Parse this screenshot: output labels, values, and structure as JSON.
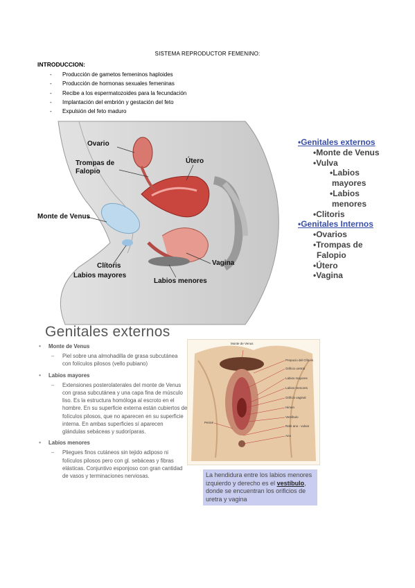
{
  "title": "SISTEMA REPRODUCTOR FEMENINO:",
  "intro": {
    "heading": "INTRODUCCION:",
    "items": [
      "Producción de gametos femeninos haploides",
      "Producción de hormonas sexuales femeninas",
      "Recibe a los espermatozoides para la fecundación",
      "Implantación del embrión y gestación del feto",
      "Expulsión del feto maduro"
    ],
    "bullet": "-"
  },
  "diagram1": {
    "labels": {
      "ovario": "Ovario",
      "trompas1": "Trompas de",
      "trompas2": "Falopio",
      "utero": "Útero",
      "monte": "Monte de Venus",
      "clitoris": "Clítoris",
      "labios_mayores": "Labios mayores",
      "labios_menores": "Labios menores",
      "vagina": "Vagina"
    }
  },
  "outline": {
    "items": [
      "•Genitales externos",
      "•Monte de Venus",
      "•Vulva",
      "•Labios",
      "mayores",
      "•Labios",
      "menores",
      "•Clitoris",
      "•Genitales Internos",
      "•Ovarios",
      "•Trompas de",
      "Falopio",
      "•Útero",
      "•Vagina"
    ]
  },
  "section": {
    "title": "Genitales externos",
    "bullet": "•",
    "dash": "–",
    "blocks": [
      {
        "head": "Monte de Venus",
        "text": "Piel sobre una almohadilla de grasa subcutánea con folículos pilosos (vello pubiano)"
      },
      {
        "head": "Labios mayores",
        "text": "Extensiones posterolaterales del monte de Venus con grasa subcutánea y una capa fina de músculo liso. Es la estructura homóloga al escroto en el hombre. En su superficie externa están cubiertos de folículos pilosos, que no aparecen en su superficie interna. En ambas superficies sí aparecen glándulas sebáceas y sudoríparas."
      },
      {
        "head": "Labios menores",
        "text": "Pliegues finos cutáneos sin tejido adiposo ni folículos pilosos pero con gl. sebáceas y fibras elásticas. Conjuntivo esponjoso con gran cantidad de vasos y terminaciones nerviosas."
      }
    ]
  },
  "diagram2": {
    "labels": {
      "top": "Monte de Venus",
      "prepucio": "Prepucio del Clítoris",
      "orificio_uretral": "Orificio uretral",
      "labios_mayores": "Labios mayores",
      "labios_menores": "Labios menores",
      "orificio_vaginal": "Orificio vaginal",
      "himen": "Himen",
      "vestibulo": "Vestíbulo",
      "rafe": "Rafe ano - vulvar",
      "ano": "Ano",
      "perine": "Periné"
    }
  },
  "callout": {
    "pre": "La hendidura entre los labios menores izquierdo y derecho es el ",
    "emph": "vestíbulo",
    "post": ", donde se encuentran los orificios de uretra y vagina"
  },
  "colors": {
    "outline_text": "#444444",
    "outline_highlight": "#3a4fa8",
    "callout_bg": "#c9cdf0"
  }
}
